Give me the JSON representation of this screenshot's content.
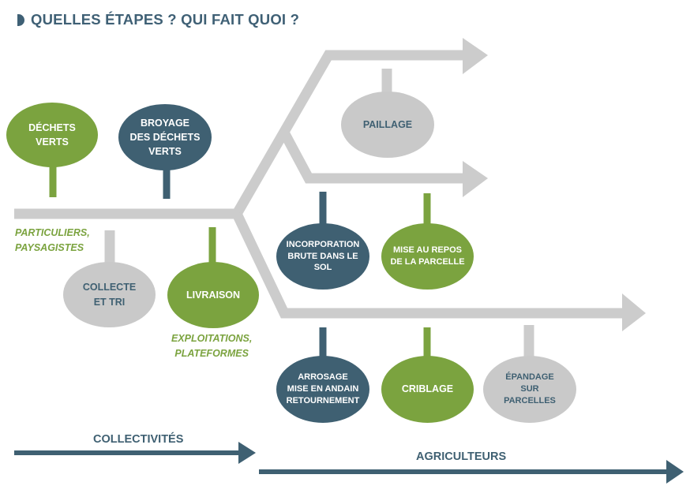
{
  "title": "QUELLES ÉTAPES ? QUI FAIT QUOI ?",
  "colors": {
    "green": "#7ba33f",
    "teal": "#3f6072",
    "grey": "#c9c9c9",
    "line": "#cccccc"
  },
  "nodes": {
    "dechets_verts": "DÉCHETS\nVERTS",
    "broyage": "BROYAGE\nDES DÉCHETS\nVERTS",
    "collecte": "COLLECTE\nET TRI",
    "livraison": "LIVRAISON",
    "paillage": "PAILLAGE",
    "incorporation": "INCORPORATION\nBRUTE DANS LE\nSOL",
    "mise_au_repos": "MISE AU REPOS\nDE LA PARCELLE",
    "arrosage": "ARROSAGE\nMISE EN ANDAIN\nRETOURNEMENT",
    "criblage": "CRIBLAGE",
    "epandage": "ÉPANDAGE\nSUR\nPARCELLES"
  },
  "notes": {
    "particuliers": "PARTICULIERS,\nPAYSAGISTES",
    "exploitations": "EXPLOITATIONS,\nPLATEFORMES"
  },
  "actors": {
    "collectivites": "COLLECTIVITÉS",
    "agriculteurs": "AGRICULTEURS"
  }
}
